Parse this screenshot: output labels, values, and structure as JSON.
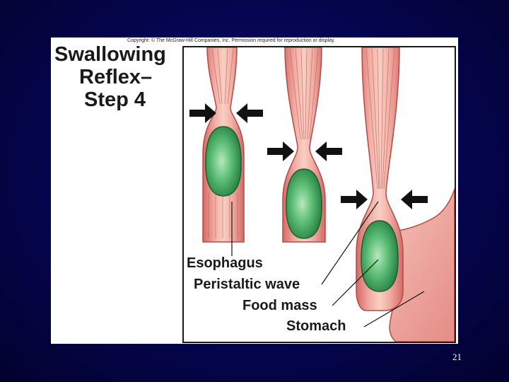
{
  "copyright": "Copyright: © The McGraw-Hill Companies, Inc. Permission required for reproduction or display.",
  "title": {
    "line1": "Swallowing",
    "line2": "Reflex–",
    "line3": "Step 4"
  },
  "labels": {
    "esophagus": "Esophagus",
    "peristaltic_wave": "Peristaltic wave",
    "food_mass": "Food mass",
    "stomach": "Stomach"
  },
  "page_number": "21",
  "colors": {
    "slide_background": "#050550",
    "esophagus_tissue": "#e8908a",
    "food_mass": "#3fa05a",
    "arrow": "#111111"
  }
}
